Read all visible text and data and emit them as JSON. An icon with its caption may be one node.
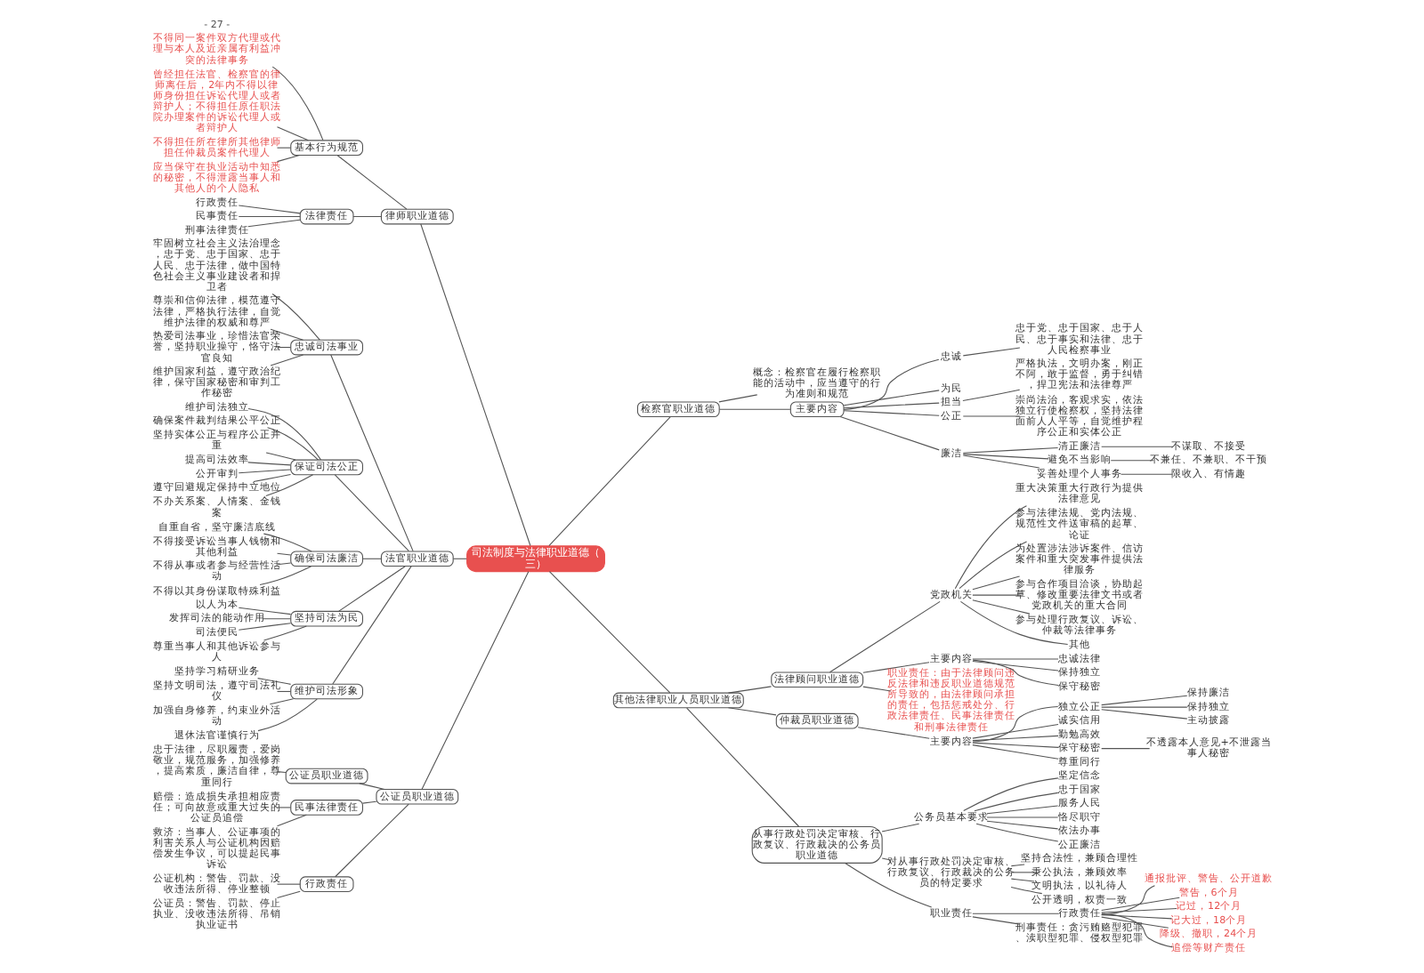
{
  "diagram": {
    "nodes": [
      {
        "text": [
          "司法制度与法律职业道德（三）"
        ]
      },
      {
        "text": [
          "律师职业道德"
        ]
      },
      {
        "text": [
          "基本行为规范"
        ]
      },
      {
        "text": [
          "不得同一案件双方代理或代理与本人及近亲属有利益冲突的法律事务"
        ]
      },
      {
        "text": [
          "曾经担任法官、检察官的律师离任后，2年内不得以律师身份担任诉讼代理人或者辩护人；不得担任原任职法院办理案件的诉讼代理人或者辩护人"
        ]
      },
      {
        "text": [
          "不得担任所在律所其他律师担任仲裁员案件代理人"
        ]
      },
      {
        "text": [
          "应当保守在执业活动中知悉的秘密，不得泄露当事人和其他人的个人隐私"
        ]
      },
      {
        "text": [
          "法律责任"
        ]
      },
      {
        "text": [
          "行政责任"
        ]
      },
      {
        "text": [
          "民事责任"
        ]
      },
      {
        "text": [
          "刑事法律责任"
        ]
      },
      {
        "text": [
          "法官职业道德"
        ]
      },
      {
        "text": [
          "忠诚司法事业"
        ]
      },
      {
        "text": [
          "牢固树立社会主义法治理念，忠于党、忠于国家、忠于人民、忠于法律，做中国特色社会主义事业建设者和捍卫者"
        ]
      },
      {
        "text": [
          "尊崇和信仰法律，模范遵守法律，严格执行法律，自觉维护法律的权威和尊严"
        ]
      },
      {
        "text": [
          "热爱司法事业，珍惜法官荣誉，坚持职业操守，恪守法官良知"
        ]
      },
      {
        "text": [
          "维护国家利益，遵守政治纪律，保守国家秘密和审判工作秘密"
        ]
      },
      {
        "text": [
          "保证司法公正"
        ]
      },
      {
        "text": [
          "维护司法独立"
        ]
      },
      {
        "text": [
          "确保案件裁判结果公平公正"
        ]
      },
      {
        "text": [
          "坚持实体公正与程序公正并重"
        ]
      },
      {
        "text": [
          "提高司法效率"
        ]
      },
      {
        "text": [
          "公开审判"
        ]
      },
      {
        "text": [
          "遵守回避规定保持中立地位"
        ]
      },
      {
        "text": [
          "不办关系案、人情案、金钱案"
        ]
      },
      {
        "text": [
          "确保司法廉洁"
        ]
      },
      {
        "text": [
          "自重自省，坚守廉洁底线"
        ]
      },
      {
        "text": [
          "不得接受诉讼当事人钱物和其他利益"
        ]
      },
      {
        "text": [
          "不得从事或者参与经营性活动"
        ]
      },
      {
        "text": [
          "不得以其身份谋取特殊利益"
        ]
      },
      {
        "text": [
          "坚持司法为民"
        ]
      },
      {
        "text": [
          "以人为本"
        ]
      },
      {
        "text": [
          "发挥司法的能动作用"
        ]
      },
      {
        "text": [
          "司法便民"
        ]
      },
      {
        "text": [
          "尊重当事人和其他诉讼参与人"
        ]
      },
      {
        "text": [
          "维护司法形象"
        ]
      },
      {
        "text": [
          "坚持学习精研业务"
        ]
      },
      {
        "text": [
          "坚持文明司法，遵守司法礼仪"
        ]
      },
      {
        "text": [
          "加强自身修养，约束业外活动"
        ]
      },
      {
        "text": [
          "退休法官谨慎行为"
        ]
      },
      {
        "text": [
          "公证员职业道德"
        ]
      },
      {
        "text": [
          "公证员职业道德"
        ]
      },
      {
        "text": [
          "忠于法律，尽职履责，爱岗敬业，规范服务，加强修养，提高素质，廉洁自律，尊重同行"
        ]
      },
      {
        "text": [
          "民事法律责任"
        ]
      },
      {
        "text": [
          "赔偿：造成损失承担相应责任；可向故意或重大过失的公证员追偿"
        ]
      },
      {
        "text": [
          "救济：当事人、公证事项的利害关系人与公证机构因赔偿发生争议，可以提起民事诉讼"
        ]
      },
      {
        "text": [
          "行政责任"
        ]
      },
      {
        "text": [
          "公证机构：警告、罚款、没收违法所得、停业整顿"
        ]
      },
      {
        "text": [
          "公证员：警告、罚款、停止执业、没收违法所得、吊销执业证书"
        ]
      },
      {
        "text": [
          "检察官职业道德"
        ]
      },
      {
        "text": [
          "概念：检察官在履行检察职能的活动中，应当遵守的行为准则和规范"
        ]
      },
      {
        "text": [
          "主要内容"
        ]
      },
      {
        "text": [
          "忠诚"
        ]
      },
      {
        "text": [
          "忠于党、忠于国家、忠于人民、忠于事实和法律、忠于人民检察事业"
        ]
      },
      {
        "text": [
          "为民"
        ]
      },
      {
        "text": [
          "担当"
        ]
      },
      {
        "text": [
          "严格执法，文明办案，刚正不阿，敢于监督，勇于纠错，捍卫宪法和法律尊严"
        ]
      },
      {
        "text": [
          "公正"
        ]
      },
      {
        "text": [
          "崇尚法治，客观求实，依法独立行使检察权，坚持法律面前人人平等，自觉维护程序公正和实体公正"
        ]
      },
      {
        "text": [
          "廉洁"
        ]
      },
      {
        "text": [
          "清正廉洁"
        ]
      },
      {
        "text": [
          "不谋取、不接受"
        ]
      },
      {
        "text": [
          "避免不当影响"
        ]
      },
      {
        "text": [
          "不兼任、不兼职、不干预"
        ]
      },
      {
        "text": [
          "妥善处理个人事务"
        ]
      },
      {
        "text": [
          "限收入、有情趣"
        ]
      },
      {
        "text": [
          "其他法律职业人员职业道德"
        ]
      },
      {
        "text": [
          "法律顾问职业道德"
        ]
      },
      {
        "text": [
          "党政机关"
        ]
      },
      {
        "text": [
          "重大决策重大行政行为提供法律意见"
        ]
      },
      {
        "text": [
          "参与法律法规、党内法规、规范性文件送审稿的起草、论证"
        ]
      },
      {
        "text": [
          "为处置涉法涉诉案件、信访案件和重大突发事件提供法律服务"
        ]
      },
      {
        "text": [
          "参与合作项目洽谈，协助起草、修改重要法律文书或者党政机关的重大合同"
        ]
      },
      {
        "text": [
          "参与处理行政复议、诉讼、仲裁等法律事务"
        ]
      },
      {
        "text": [
          "其他"
        ]
      },
      {
        "text": [
          "主要内容"
        ]
      },
      {
        "text": [
          "忠诚法律"
        ]
      },
      {
        "text": [
          "保持独立"
        ]
      },
      {
        "text": [
          "保守秘密"
        ]
      },
      {
        "text": [
          "职业责任：由于法律顾问违反法律和违反职业道德规范所导致的，由法律顾问承担的责任，包括惩戒处分、行政法律责任、民事法律责任和刑事法律责任"
        ]
      },
      {
        "text": [
          "仲裁员职业道德"
        ]
      },
      {
        "text": [
          "主要内容"
        ]
      },
      {
        "text": [
          "独立公正"
        ]
      },
      {
        "text": [
          "保持廉洁"
        ]
      },
      {
        "text": [
          "保持独立"
        ]
      },
      {
        "text": [
          "主动披露"
        ]
      },
      {
        "text": [
          "诚实信用"
        ]
      },
      {
        "text": [
          "勤勉高效"
        ]
      },
      {
        "text": [
          "保守秘密"
        ]
      },
      {
        "text": [
          "不透露本人意见+不泄露当事人秘密"
        ]
      },
      {
        "text": [
          "尊重同行"
        ]
      },
      {
        "text": [
          "从事行政处罚决定审核、行政复议、行政裁决的公务员职业道德"
        ]
      },
      {
        "text": [
          "公务员基本要求"
        ]
      },
      {
        "text": [
          "坚定信念"
        ]
      },
      {
        "text": [
          "忠于国家"
        ]
      },
      {
        "text": [
          "服务人民"
        ]
      },
      {
        "text": [
          "恪尽职守"
        ]
      },
      {
        "text": [
          "依法办事"
        ]
      },
      {
        "text": [
          "公正廉洁"
        ]
      },
      {
        "text": [
          "对从事行政处罚决定审核、行政复议、行政裁决的公务员的特定要求"
        ]
      },
      {
        "text": [
          "坚持合法性，兼顾合理性"
        ]
      },
      {
        "text": [
          "秉公执法，兼顾效率"
        ]
      },
      {
        "text": [
          "文明执法，以礼待人"
        ]
      },
      {
        "text": [
          "公开透明，权责一致"
        ]
      },
      {
        "text": [
          "职业责任"
        ]
      },
      {
        "text": [
          "行政责任"
        ]
      },
      {
        "text": [
          "通报批评、警告、公开道歉"
        ]
      },
      {
        "text": [
          "警告，6个月"
        ]
      },
      {
        "text": [
          "记过，12个月"
        ]
      },
      {
        "text": [
          "记大过，18个月"
        ]
      },
      {
        "text": [
          "降级、撤职，24个月"
        ]
      },
      {
        "text": [
          "追偿等财产责任"
        ]
      },
      {
        "text": [
          "刑事责任：贪污贿赂型犯罪、渎职型犯罪、侵权型犯罪"
        ]
      }
    ],
    "edges": [
      {
        "from": 0,
        "to": 1,
        "arrow": "none"
      },
      {
        "from": 1,
        "to": 2,
        "arrow": "none"
      },
      {
        "from": 2,
        "to": 3,
        "arrow": "none"
      },
      {
        "from": 2,
        "to": 4,
        "arrow": "none"
      },
      {
        "from": 2,
        "to": 5,
        "arrow": "none"
      },
      {
        "from": 2,
        "to": 6,
        "arrow": "none"
      },
      {
        "from": 1,
        "to": 7,
        "arrow": "none"
      },
      {
        "from": 7,
        "to": 8,
        "arrow": "none"
      },
      {
        "from": 7,
        "to": 9,
        "arrow": "none"
      },
      {
        "from": 7,
        "to": 10,
        "arrow": "none"
      },
      {
        "from": 0,
        "to": 11,
        "arrow": "none"
      },
      {
        "from": 11,
        "to": 12,
        "arrow": "none"
      },
      {
        "from": 12,
        "to": 13,
        "arrow": "none"
      },
      {
        "from": 12,
        "to": 14,
        "arrow": "none"
      },
      {
        "from": 12,
        "to": 15,
        "arrow": "none"
      },
      {
        "from": 12,
        "to": 16,
        "arrow": "none"
      },
      {
        "from": 11,
        "to": 17,
        "arrow": "none"
      },
      {
        "from": 17,
        "to": 18,
        "arrow": "none"
      },
      {
        "from": 17,
        "to": 19,
        "arrow": "none"
      },
      {
        "from": 17,
        "to": 20,
        "arrow": "none"
      },
      {
        "from": 17,
        "to": 21,
        "arrow": "none"
      },
      {
        "from": 17,
        "to": 22,
        "arrow": "none"
      },
      {
        "from": 17,
        "to": 23,
        "arrow": "none"
      },
      {
        "from": 17,
        "to": 24,
        "arrow": "none"
      },
      {
        "from": 11,
        "to": 25,
        "arrow": "none"
      },
      {
        "from": 25,
        "to": 26,
        "arrow": "none"
      },
      {
        "from": 25,
        "to": 27,
        "arrow": "none"
      },
      {
        "from": 25,
        "to": 28,
        "arrow": "none"
      },
      {
        "from": 25,
        "to": 29,
        "arrow": "none"
      },
      {
        "from": 11,
        "to": 30,
        "arrow": "none"
      },
      {
        "from": 30,
        "to": 31,
        "arrow": "none"
      },
      {
        "from": 30,
        "to": 32,
        "arrow": "none"
      },
      {
        "from": 30,
        "to": 33,
        "arrow": "none"
      },
      {
        "from": 30,
        "to": 34,
        "arrow": "none"
      },
      {
        "from": 11,
        "to": 35,
        "arrow": "none"
      },
      {
        "from": 35,
        "to": 36,
        "arrow": "none"
      },
      {
        "from": 35,
        "to": 37,
        "arrow": "none"
      },
      {
        "from": 35,
        "to": 38,
        "arrow": "none"
      },
      {
        "from": 35,
        "to": 39,
        "arrow": "none"
      },
      {
        "from": 0,
        "to": 40,
        "arrow": "none"
      },
      {
        "from": 40,
        "to": 41,
        "arrow": "none"
      },
      {
        "from": 41,
        "to": 42,
        "arrow": "none"
      },
      {
        "from": 40,
        "to": 43,
        "arrow": "none"
      },
      {
        "from": 43,
        "to": 44,
        "arrow": "none"
      },
      {
        "from": 43,
        "to": 45,
        "arrow": "none"
      },
      {
        "from": 40,
        "to": 46,
        "arrow": "none"
      },
      {
        "from": 46,
        "to": 47,
        "arrow": "none"
      },
      {
        "from": 46,
        "to": 48,
        "arrow": "none"
      },
      {
        "from": 0,
        "to": 49,
        "arrow": "none"
      },
      {
        "from": 49,
        "to": 50,
        "arrow": "none"
      },
      {
        "from": 49,
        "to": 51,
        "arrow": "none"
      },
      {
        "from": 51,
        "to": 52,
        "arrow": "none"
      },
      {
        "from": 52,
        "to": 53,
        "arrow": "none"
      },
      {
        "from": 51,
        "to": 54,
        "arrow": "none"
      },
      {
        "from": 51,
        "to": 55,
        "arrow": "none"
      },
      {
        "from": 55,
        "to": 56,
        "arrow": "none"
      },
      {
        "from": 51,
        "to": 57,
        "arrow": "none"
      },
      {
        "from": 57,
        "to": 58,
        "arrow": "none"
      },
      {
        "from": 51,
        "to": 59,
        "arrow": "none"
      },
      {
        "from": 59,
        "to": 60,
        "arrow": "none"
      },
      {
        "from": 60,
        "to": 61,
        "arrow": "none"
      },
      {
        "from": 59,
        "to": 62,
        "arrow": "none"
      },
      {
        "from": 62,
        "to": 63,
        "arrow": "none"
      },
      {
        "from": 59,
        "to": 64,
        "arrow": "none"
      },
      {
        "from": 64,
        "to": 65,
        "arrow": "none"
      },
      {
        "from": 0,
        "to": 66,
        "arrow": "none"
      },
      {
        "from": 66,
        "to": 67,
        "arrow": "none"
      },
      {
        "from": 67,
        "to": 68,
        "arrow": "none"
      },
      {
        "from": 68,
        "to": 69,
        "arrow": "none"
      },
      {
        "from": 68,
        "to": 70,
        "arrow": "none"
      },
      {
        "from": 68,
        "to": 71,
        "arrow": "none"
      },
      {
        "from": 68,
        "to": 72,
        "arrow": "none"
      },
      {
        "from": 68,
        "to": 73,
        "arrow": "none"
      },
      {
        "from": 68,
        "to": 74,
        "arrow": "none"
      },
      {
        "from": 67,
        "to": 75,
        "arrow": "none"
      },
      {
        "from": 75,
        "to": 76,
        "arrow": "none"
      },
      {
        "from": 75,
        "to": 77,
        "arrow": "none"
      },
      {
        "from": 75,
        "to": 78,
        "arrow": "none"
      },
      {
        "from": 67,
        "to": 79,
        "arrow": "none"
      },
      {
        "from": 66,
        "to": 80,
        "arrow": "none"
      },
      {
        "from": 80,
        "to": 81,
        "arrow": "none"
      },
      {
        "from": 81,
        "to": 82,
        "arrow": "none"
      },
      {
        "from": 82,
        "to": 83,
        "arrow": "none"
      },
      {
        "from": 82,
        "to": 84,
        "arrow": "none"
      },
      {
        "from": 82,
        "to": 85,
        "arrow": "none"
      },
      {
        "from": 81,
        "to": 86,
        "arrow": "none"
      },
      {
        "from": 81,
        "to": 87,
        "arrow": "none"
      },
      {
        "from": 81,
        "to": 88,
        "arrow": "none"
      },
      {
        "from": 88,
        "to": 89,
        "arrow": "none"
      },
      {
        "from": 81,
        "to": 90,
        "arrow": "none"
      },
      {
        "from": 66,
        "to": 91,
        "arrow": "none"
      },
      {
        "from": 91,
        "to": 92,
        "arrow": "none"
      },
      {
        "from": 92,
        "to": 93,
        "arrow": "none"
      },
      {
        "from": 92,
        "to": 94,
        "arrow": "none"
      },
      {
        "from": 92,
        "to": 95,
        "arrow": "none"
      },
      {
        "from": 92,
        "to": 96,
        "arrow": "none"
      },
      {
        "from": 92,
        "to": 97,
        "arrow": "none"
      },
      {
        "from": 92,
        "to": 98,
        "arrow": "none"
      },
      {
        "from": 91,
        "to": 99,
        "arrow": "none"
      },
      {
        "from": 99,
        "to": 100,
        "arrow": "none"
      },
      {
        "from": 99,
        "to": 101,
        "arrow": "none"
      },
      {
        "from": 99,
        "to": 102,
        "arrow": "none"
      },
      {
        "from": 99,
        "to": 103,
        "arrow": "none"
      },
      {
        "from": 91,
        "to": 104,
        "arrow": "none"
      },
      {
        "from": 104,
        "to": 105,
        "arrow": "none"
      },
      {
        "from": 105,
        "to": 106,
        "arrow": "none"
      },
      {
        "from": 105,
        "to": 107,
        "arrow": "none"
      },
      {
        "from": 105,
        "to": 108,
        "arrow": "none"
      },
      {
        "from": 105,
        "to": 109,
        "arrow": "none"
      },
      {
        "from": 105,
        "to": 110,
        "arrow": "none"
      },
      {
        "from": 105,
        "to": 111,
        "arrow": "none"
      },
      {
        "from": 104,
        "to": 112,
        "arrow": "none"
      }
    ],
    "labels": [
      "- 27 -"
    ]
  }
}
